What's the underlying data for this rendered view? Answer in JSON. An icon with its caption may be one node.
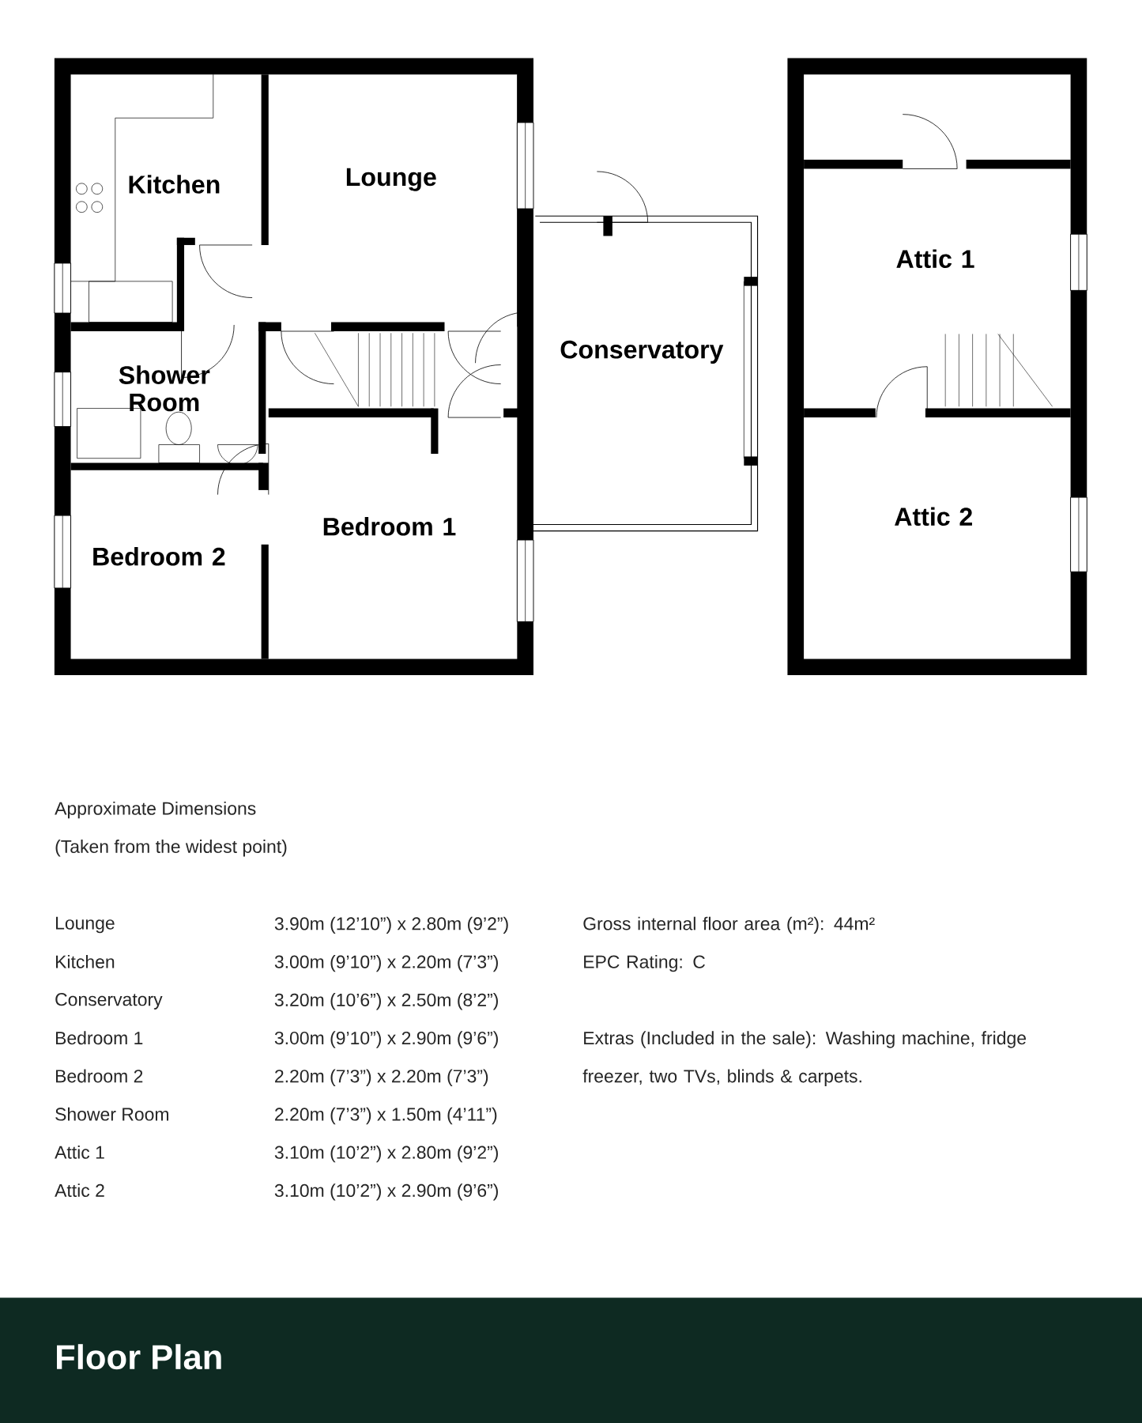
{
  "diagram": {
    "title": "Floor Plan",
    "nodes": [
      {
        "text": [
          "Kitchen"
        ]
      },
      {
        "text": [
          "Lounge"
        ]
      },
      {
        "text": [
          "Shower Room"
        ]
      },
      {
        "text": [
          "Conservatory"
        ]
      },
      {
        "text": [
          "Bedroom 1"
        ]
      },
      {
        "text": [
          "Bedroom 2"
        ]
      },
      {
        "text": [
          "Attic 1"
        ]
      },
      {
        "text": [
          "Attic 2"
        ]
      }
    ],
    "labels": [
      "Approximate Dimensions",
      "(Taken from the widest point)",
      "Lounge",
      "3.90m (12’10”) x 2.80m (9’2”)",
      "Gross internal floor area (m²): 44m²",
      "Kitchen",
      "3.00m (9’10”) x 2.20m (7’3”)",
      "EPC Rating: C",
      "Conservatory",
      "3.20m (10’6”) x 2.50m (8’2”)",
      "Bedroom 1",
      "3.00m (9’10”) x 2.90m (9’6”)",
      "Extras (Included in the sale): Washing machine, fridge freezer, two TVs, blinds & carpets.",
      "Bedroom 2",
      "2.20m (7’3”) x 2.20m (7’3”)",
      "Shower Room",
      "2.20m (7’3”) x 1.50m (4’11”)",
      "Attic 1",
      "3.10m (10’2”) x 2.80m (9’2”)",
      "Attic 2",
      "3.10m (10’2”) x 2.90m (9’6”)"
    ]
  }
}
